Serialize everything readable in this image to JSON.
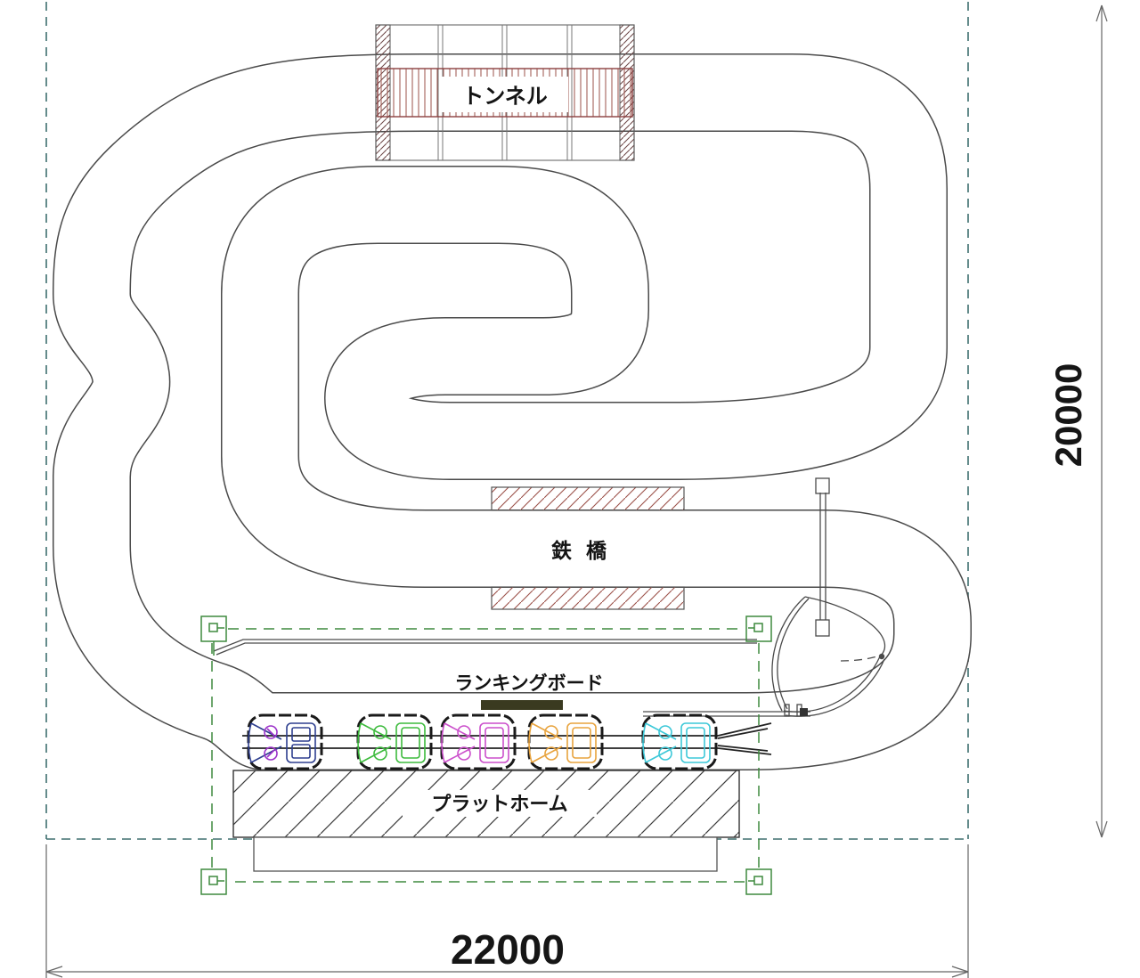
{
  "drawing": {
    "labels": {
      "tunnel": "トンネル",
      "bridge": "鉄 橋",
      "ranking_board": "ランキングボード",
      "platform": "プラットホーム"
    },
    "dimensions": {
      "width": "22000",
      "height": "20000"
    },
    "karts": [
      {
        "name": "navy-kart",
        "color": "#2e3f8f",
        "accent": "#9b30c9"
      },
      {
        "name": "green-kart",
        "color": "#3dbb3d",
        "accent": "#3dbb3d"
      },
      {
        "name": "magenta-kart",
        "color": "#cb4fcb",
        "accent": "#cb4fcb"
      },
      {
        "name": "orange-kart",
        "color": "#e8a33d",
        "accent": "#e8a33d"
      },
      {
        "name": "cyan-kart",
        "color": "#3cc8d8",
        "accent": "#3cc8d8"
      }
    ],
    "colors": {
      "boundary": "#3f6f6f",
      "sensor_marker": "#3f8a3f",
      "tunnel_hatch": "#8b4040",
      "bridge_hatch": "#9b5048",
      "track_line": "#4a4a4a",
      "ranking_board_fill": "#3a3a20"
    }
  }
}
